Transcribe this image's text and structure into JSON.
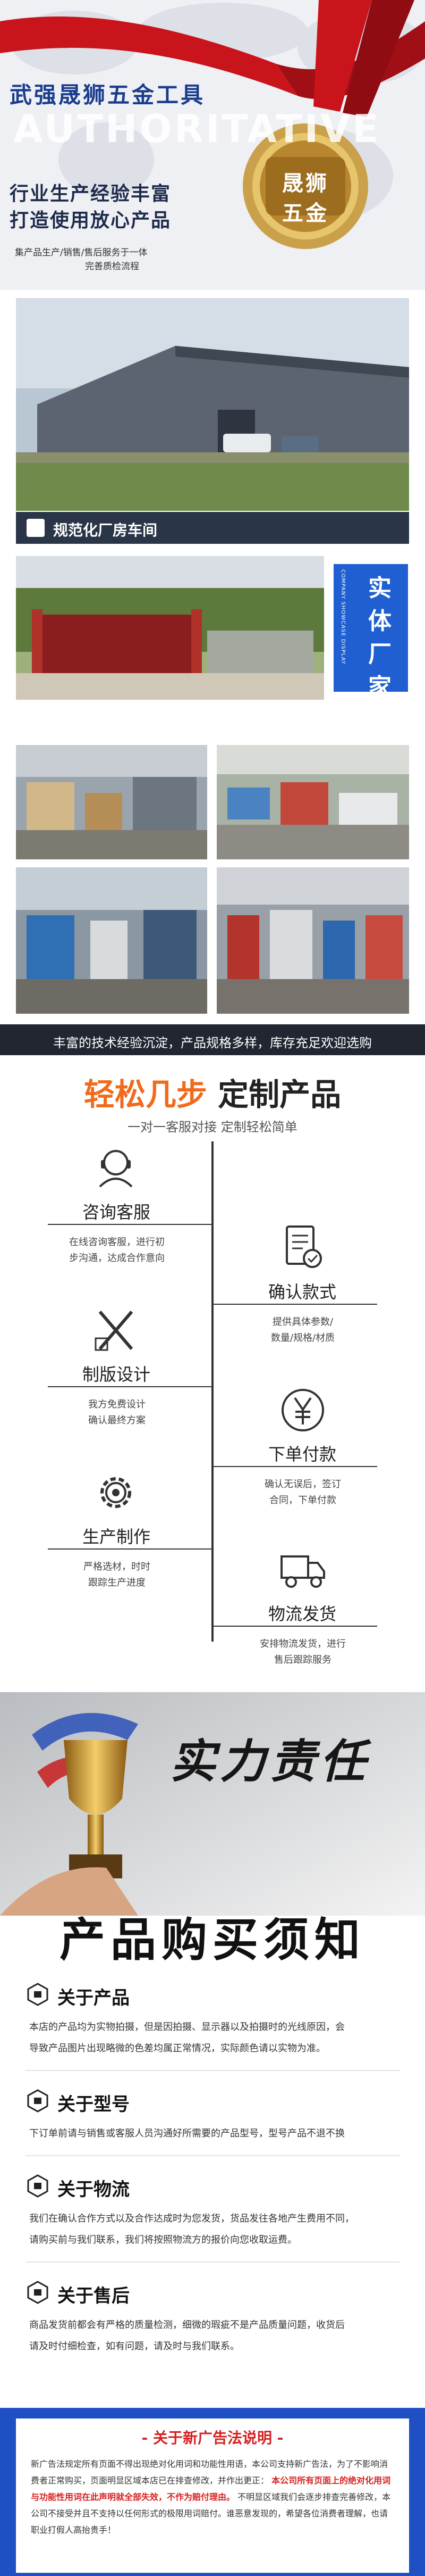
{
  "hero": {
    "brand_title": "武强晟狮五金工具",
    "watermark": "AUTHORITATIVE",
    "slogan_line1": "行业生产经验丰富",
    "slogan_line2": "打造使用放心产品",
    "sub_line1": "集产品生产/销售/售后服务于一体",
    "sub_line2": "完善质检流程",
    "medal_line1": "晟狮",
    "medal_line2": "五金"
  },
  "factory": {
    "label": "规范化厂房车间",
    "side_tag_en": "COMPANY SHOWCASE DISPLAY",
    "side_tag_cn": "实体厂家"
  },
  "tagline": "丰富的技术经验沉淀，产品规格多样，库存充足欢迎选购",
  "steps": {
    "title_highlight": "轻松几步",
    "title_rest": "定制产品",
    "subtitle": "一对一客服对接  定制轻松简单",
    "items": [
      {
        "title": "咨询客服",
        "desc_line1": "在线咨询客服，进行初",
        "desc_line2": "步沟通，达成合作意向",
        "icon": "customer-service-icon"
      },
      {
        "title": "确认款式",
        "desc_line1": "提供具体参数/",
        "desc_line2": "数量/规格/材质",
        "icon": "document-check-icon"
      },
      {
        "title": "制版设计",
        "desc_line1": "我方免费设计",
        "desc_line2": "确认最终方案",
        "icon": "design-tools-icon"
      },
      {
        "title": "下单付款",
        "desc_line1": "确认无误后，签订",
        "desc_line2": "合同，下单付款",
        "icon": "yen-payment-icon"
      },
      {
        "title": "生产制作",
        "desc_line1": "严格选材，时时",
        "desc_line2": "跟踪生产进度",
        "icon": "gear-icon"
      },
      {
        "title": "物流发货",
        "desc_line1": "安排物流发货，进行",
        "desc_line2": "售后跟踪服务",
        "icon": "truck-icon"
      }
    ]
  },
  "trophy": {
    "text": "实力责任"
  },
  "notice": {
    "title": "产品购买须知",
    "sections": [
      {
        "title": "关于产品",
        "lines": [
          "本店的产品均为实物拍摄，但是因拍摄、显示器以及拍摄时的光线原因，会",
          "导致产品图片出现略微的色差均属正常情况，实际颜色请以实物为准。"
        ]
      },
      {
        "title": "关于型号",
        "lines": [
          "下订单前请与销售或客服人员沟通好所需要的产品型号，型号产品不退不换"
        ]
      },
      {
        "title": "关于物流",
        "lines": [
          "我们在确认合作方式以及合作达成时为您发货，货品发往各地产生费用不同，",
          "请购买前与我们联系，我们将按照物流方的报价向您收取运费。"
        ]
      },
      {
        "title": "关于售后",
        "lines": [
          "商品发货前都会有严格的质量检测，细微的瑕疵不是产品质量问题，收货后",
          "请及时付细检查，如有问题，请及时与我们联系。"
        ]
      }
    ]
  },
  "footer": {
    "title": "- 关于新广告法说明 -",
    "body_part1": "新广告法规定所有页面不得出现绝对化用词和功能性用语，本公司支持新广告法，为了不影响消费者正常购买，页面明显区域本店已在排查修改，并作出更正：",
    "body_red": "本公司所有页面上的绝对化用词与功能性用词在此声明就全部失效，不作为赔付理由。",
    "body_part2": "不明显区域我们会逐步排查完善修改，本公司不接受并且不支持以任何形式的极限用词赔付。谁恶意发现的，希望各位消费者理解，也请职业打假人高抬贵手！"
  }
}
